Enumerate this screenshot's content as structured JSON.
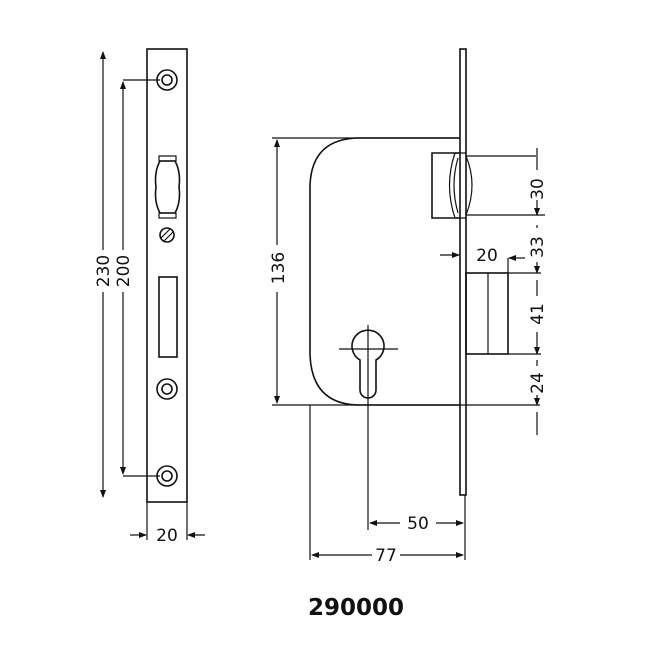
{
  "model_number": "290000",
  "front_view": {
    "dimensions": {
      "overall_height": "230",
      "screw_spacing": "200",
      "faceplate_width": "20"
    }
  },
  "side_view": {
    "dimensions": {
      "case_height": "136",
      "latch_height": "30",
      "latch_to_bolt": "33",
      "bolt_projection": "20",
      "bolt_height": "41",
      "bolt_to_bottom": "24",
      "backset": "50",
      "case_depth": "77"
    }
  }
}
